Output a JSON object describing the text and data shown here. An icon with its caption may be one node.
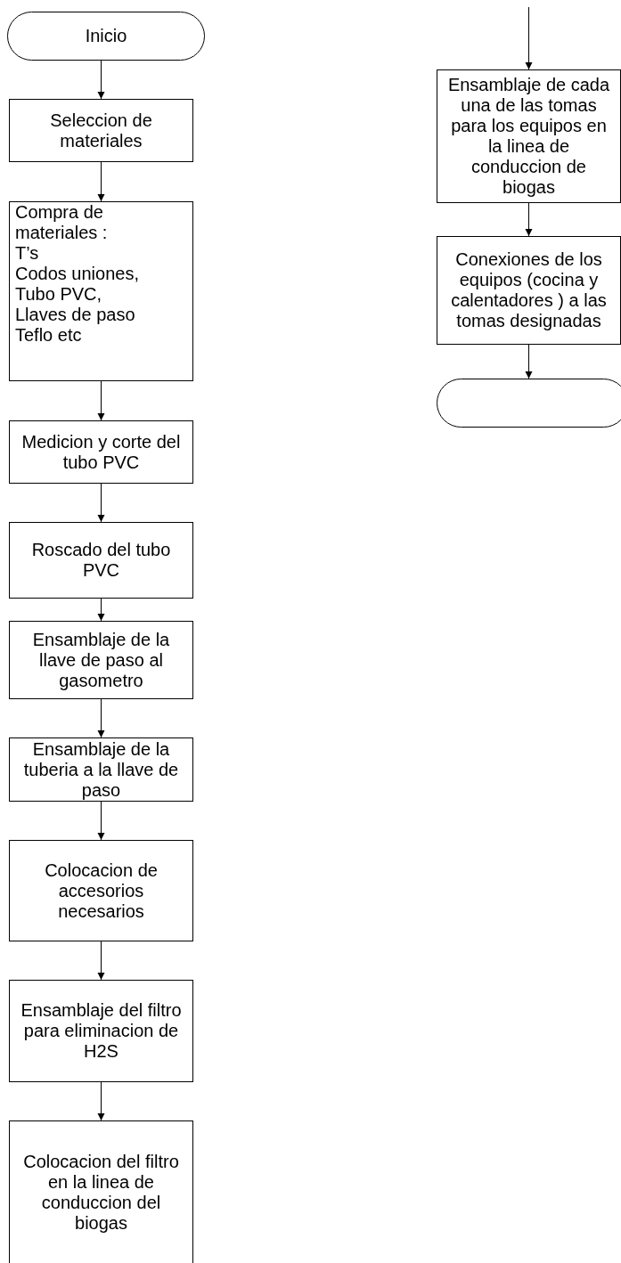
{
  "diagram": {
    "nodes": [
      {
        "text": [
          "Inicio"
        ]
      },
      {
        "text": [
          "Seleccion de materiales"
        ]
      },
      {
        "text": [
          "Compra de materiales :",
          "T’s",
          "Codos uniones,",
          "Tubo PVC,",
          "Llaves de paso",
          "Teflo etc"
        ]
      },
      {
        "text": [
          "Medicion y corte del tubo PVC"
        ]
      },
      {
        "text": [
          "Roscado del tubo PVC"
        ]
      },
      {
        "text": [
          "Ensamblaje de la llave de paso al gasometro"
        ]
      },
      {
        "text": [
          "Ensamblaje de la tuberia a la llave de paso"
        ]
      },
      {
        "text": [
          "Colocacion de accesorios necesarios"
        ]
      },
      {
        "text": [
          "Ensamblaje del filtro para eliminacion de H2S"
        ]
      },
      {
        "text": [
          "Colocacion del filtro en la linea de conduccion del biogas"
        ]
      },
      {
        "text": [
          "Ensamblaje de cada una de las tomas para los equipos en la linea de conduccion de biogas"
        ]
      },
      {
        "text": [
          "Conexiones de los equipos (cocina y calentadores ) a las tomas designadas"
        ]
      },
      {
        "text": [],
        "shape": "terminal"
      }
    ],
    "edges": [
      {
        "from": 0,
        "to": 1,
        "arrow": "to"
      },
      {
        "from": 1,
        "to": 2,
        "arrow": "to"
      },
      {
        "from": 2,
        "to": 3,
        "arrow": "to"
      },
      {
        "from": 3,
        "to": 4,
        "arrow": "to"
      },
      {
        "from": 4,
        "to": 5,
        "arrow": "to"
      },
      {
        "from": 5,
        "to": 6,
        "arrow": "to"
      },
      {
        "from": 6,
        "to": 7,
        "arrow": "to"
      },
      {
        "from": 7,
        "to": 8,
        "arrow": "to"
      },
      {
        "from": 8,
        "to": 9,
        "arrow": "to"
      },
      {
        "from": null,
        "to": 10,
        "arrow": "to"
      },
      {
        "from": 10,
        "to": 11,
        "arrow": "to"
      },
      {
        "from": 11,
        "to": 12,
        "arrow": "to"
      }
    ]
  }
}
